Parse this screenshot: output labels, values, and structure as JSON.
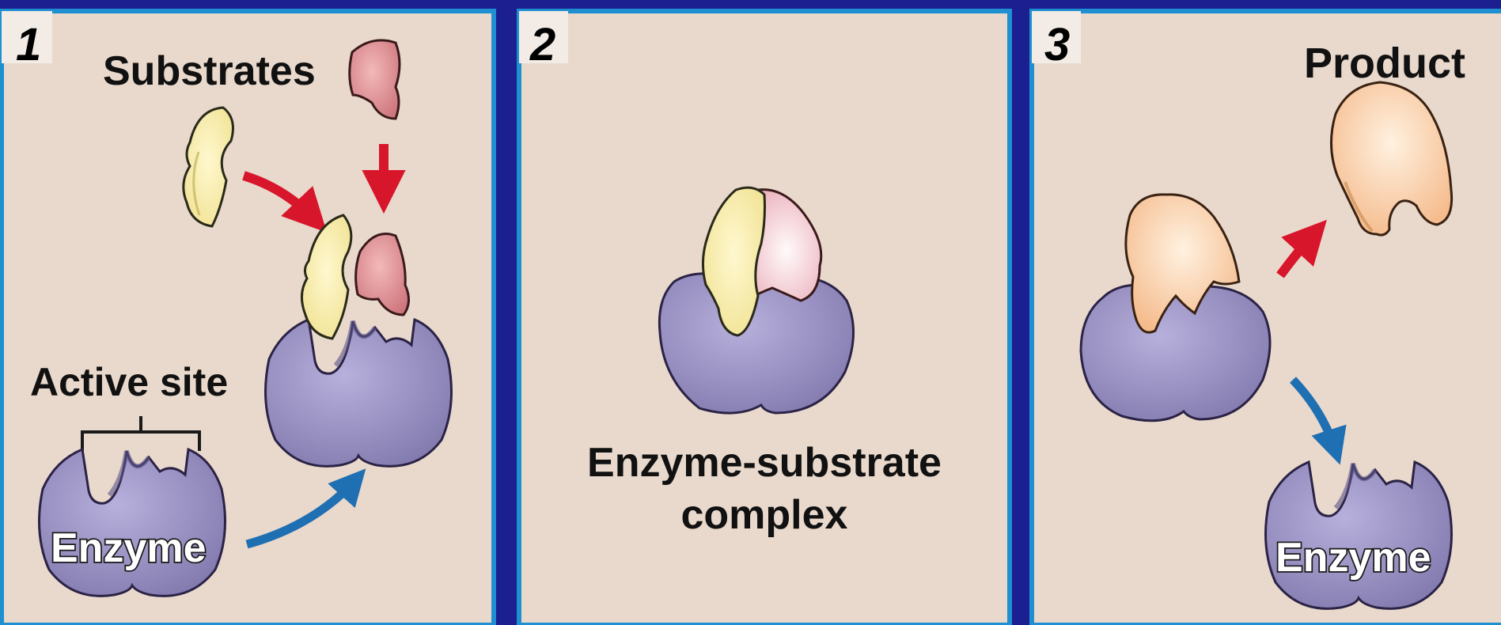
{
  "colors": {
    "outer_background": "#1c1f8f",
    "panel_fill": "#e9d9cc",
    "panel_border": "#1e8fd0",
    "enzyme_fill": "#8d84b8",
    "substrate_yellow": "#f6eba6",
    "substrate_red": "#d9878d",
    "product_orange": "#f7c79c",
    "arrow_red": "#d8162b",
    "arrow_blue": "#1f6fb3"
  },
  "panels": [
    {
      "number": "1",
      "labels": {
        "substrates": "Substrates",
        "active_site": "Active site",
        "enzyme": "Enzyme"
      }
    },
    {
      "number": "2",
      "labels": {
        "complex_line1": "Enzyme-substrate",
        "complex_line2": "complex"
      }
    },
    {
      "number": "3",
      "labels": {
        "product": "Product",
        "enzyme": "Enzyme"
      }
    }
  ]
}
